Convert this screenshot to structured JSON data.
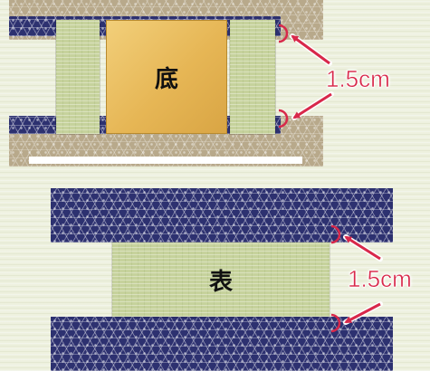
{
  "figure_top": {
    "center_label": "底",
    "measurement": "1.5cm"
  },
  "figure_bottom": {
    "center_label": "表",
    "measurement": "1.5cm"
  },
  "colors": {
    "accent_red": "#d8284a",
    "indigo": "#2d3170",
    "tan": "#b8a98b",
    "tatami_green": "#c6d29c",
    "gold": "#e6b655"
  },
  "icons": [
    "arrow-icon",
    "notch-marker-icon"
  ]
}
